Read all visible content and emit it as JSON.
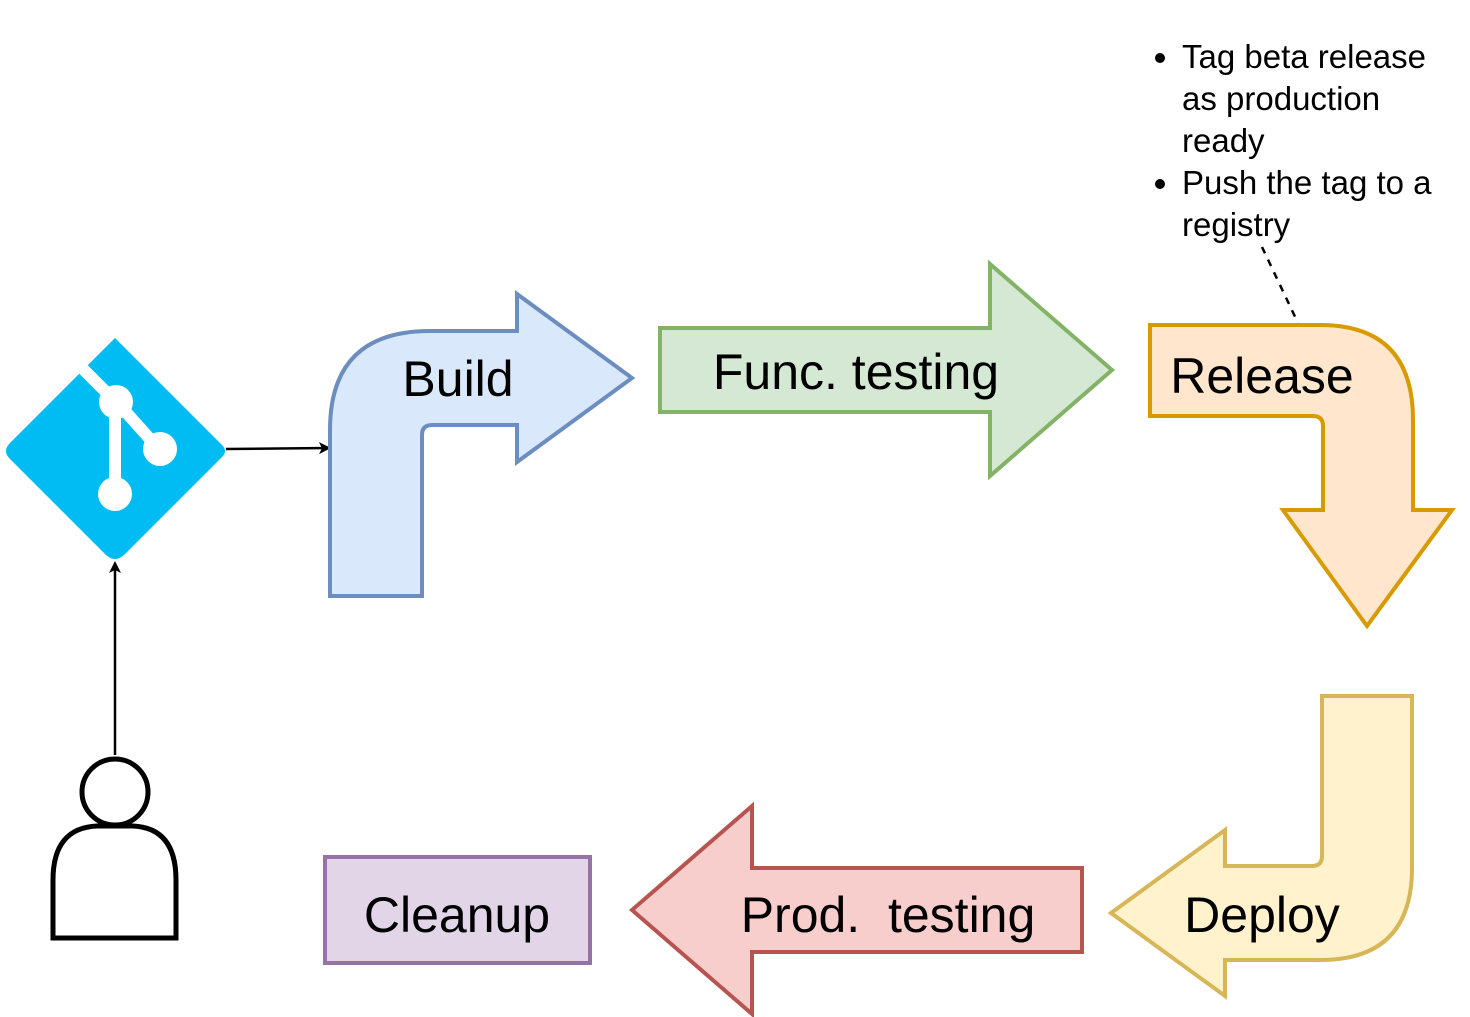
{
  "diagram": {
    "stages": [
      {
        "id": "build",
        "label": "Build",
        "fill": "#dae8fc",
        "stroke": "#6c8ebf"
      },
      {
        "id": "func-testing",
        "label": "Func. testing",
        "fill": "#d5e8d4",
        "stroke": "#82b366"
      },
      {
        "id": "release",
        "label": "Release",
        "fill": "#ffe6cc",
        "stroke": "#d79b00"
      },
      {
        "id": "deploy",
        "label": "Deploy",
        "fill": "#fff2cc",
        "stroke": "#d6b656"
      },
      {
        "id": "prod-testing",
        "label": "Prod.  testing",
        "fill": "#f8cecc",
        "stroke": "#b85450"
      },
      {
        "id": "cleanup",
        "label": "Cleanup",
        "fill": "#e1d5e7",
        "stroke": "#9673a6"
      }
    ],
    "release_note": {
      "items": [
        "Tag beta release as production ready",
        "Push the tag to a registry"
      ]
    },
    "icons": {
      "git": {
        "name": "git-icon",
        "color": "#00bcf2"
      },
      "user": {
        "name": "user-icon",
        "color": "#000000"
      }
    }
  }
}
